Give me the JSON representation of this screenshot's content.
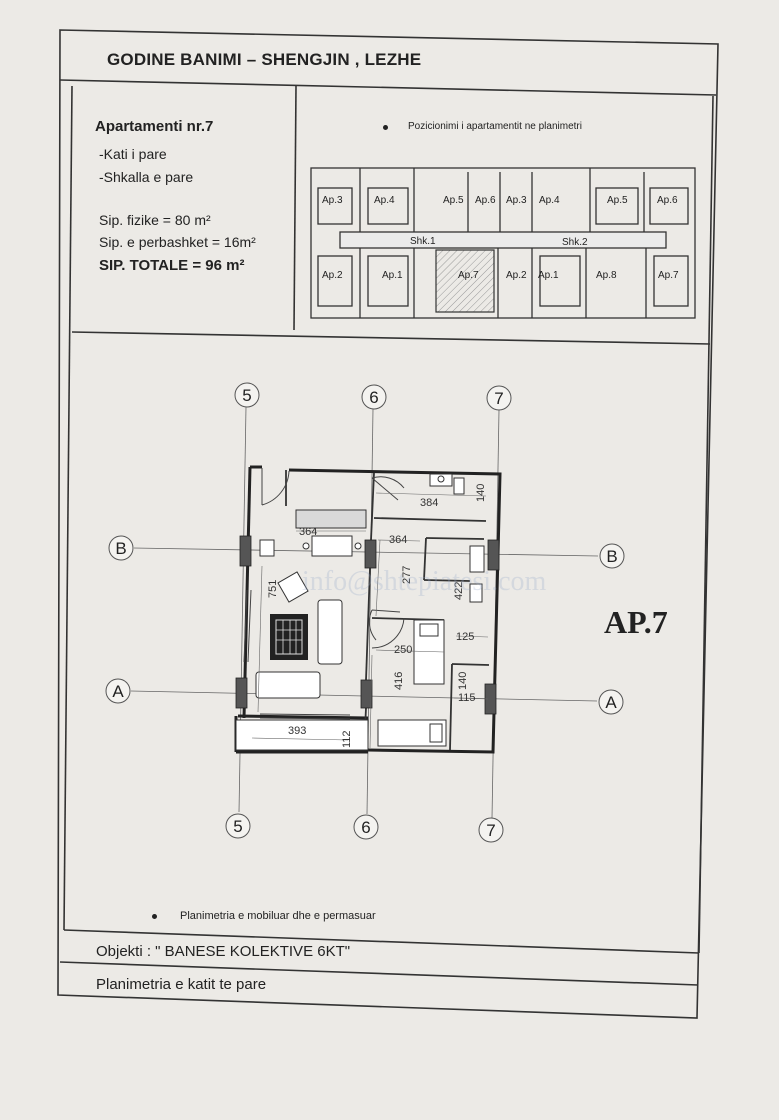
{
  "header": {
    "title": "GODINE BANIMI – SHENGJIN , LEZHE"
  },
  "apartment": {
    "name": "Apartamenti nr.7",
    "floor": "-Kati i pare",
    "stair": "-Shkalla e pare",
    "physical_area": "Sip. fizike = 80 m²",
    "shared_area": "Sip. e perbashket = 16m²",
    "total_area": "SIP. TOTALE = 96 m²"
  },
  "position_plan": {
    "label": "Pozicionimi i apartamentit ne planimetri",
    "top_units": [
      "Ap.3",
      "Ap.4",
      "Ap.5",
      "Ap.6",
      "Ap.3",
      "Ap.4",
      "Ap.5",
      "Ap.6"
    ],
    "bottom_units": [
      "Ap.2",
      "Ap.1",
      "Ap.7",
      "Ap.2",
      "Ap.1",
      "Ap.8",
      "Ap.7"
    ],
    "stairs": [
      "Shk.1",
      "Shk.2"
    ]
  },
  "floor_plan": {
    "axes": {
      "v1": "5",
      "v2": "6",
      "v3": "7",
      "h1": "B",
      "h2": "A"
    },
    "dims": {
      "d384": "384",
      "d140a": "140",
      "d364a": "364",
      "d364b": "364",
      "d277": "277",
      "d422": "422",
      "d751": "751",
      "d250": "250",
      "d125": "125",
      "d416": "416",
      "d140b": "140",
      "d115": "115",
      "d393": "393",
      "d112": "112"
    },
    "label": "AP.7",
    "watermark": "info@shtepiatesi.com"
  },
  "footer": {
    "caption": "Planimetria e mobiluar dhe e permasuar",
    "objekti": "Objekti : \" BANESE KOLEKTIVE 6KT\"",
    "plan": "Planimetria e katit te pare"
  }
}
